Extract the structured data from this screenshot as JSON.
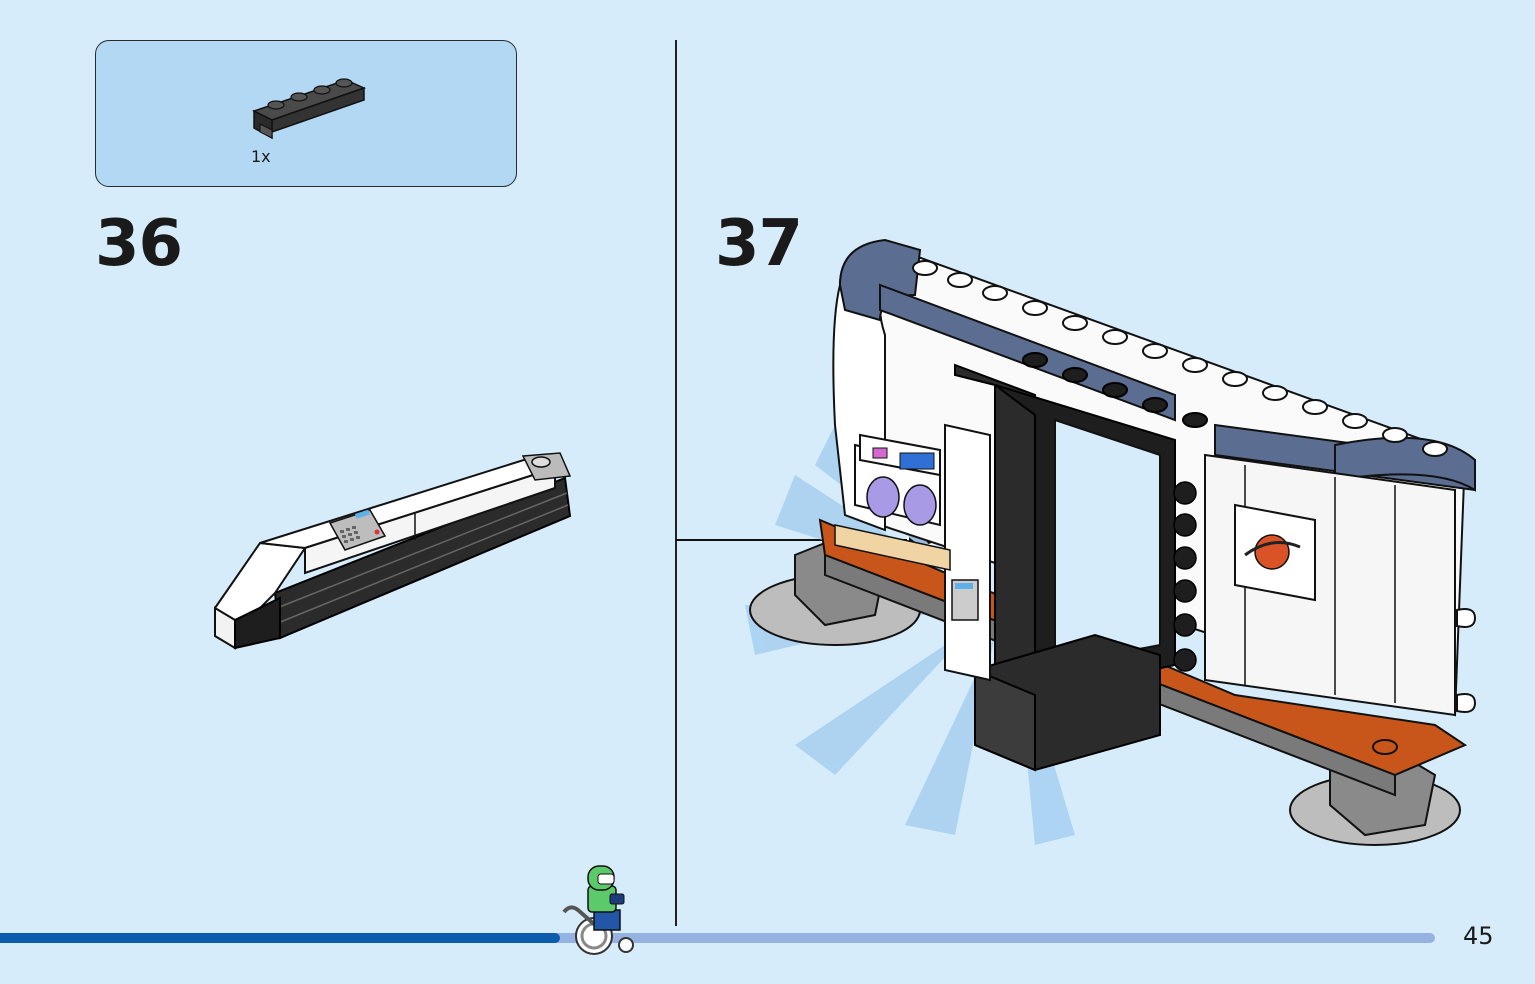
{
  "parts_callout": {
    "quantity": "1x",
    "part_icon": "black-bracket-brick-icon"
  },
  "steps": [
    {
      "number": "36"
    },
    {
      "number": "37"
    }
  ],
  "page_number": "45",
  "progress": {
    "fraction_complete": 0.39,
    "indicator_icon": "wheelchair-minifigure-icon"
  },
  "colors": {
    "background": "#d6ecfa",
    "callout_fill": "#b3d8f3",
    "progress_done": "#0b5cad",
    "progress_remaining": "#96b2e0",
    "accent_orange": "#c8561b",
    "sand_blue": "#5b6e92"
  }
}
